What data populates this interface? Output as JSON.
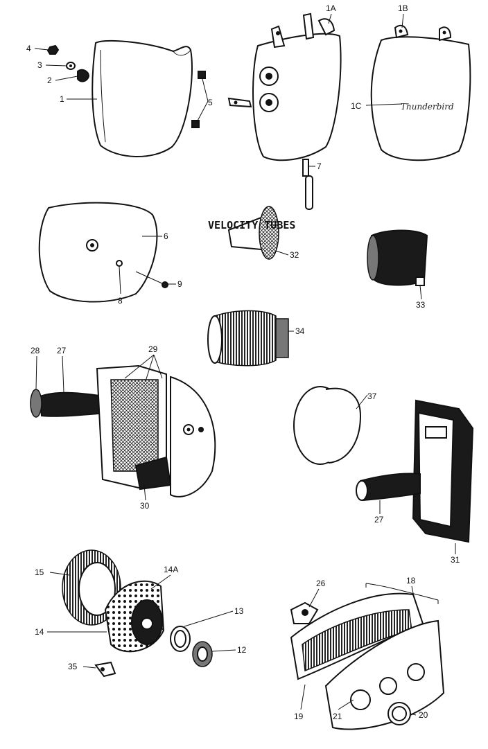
{
  "labels": {
    "p1": "1",
    "p1a": "1A",
    "p1b": "1B",
    "p1c": "1C",
    "p2": "2",
    "p3": "3",
    "p4": "4",
    "p5": "5",
    "p6": "6",
    "p7": "7",
    "p8": "8",
    "p9": "9",
    "p12": "12",
    "p13": "13",
    "p14": "14",
    "p14a": "14A",
    "p15": "15",
    "p18": "18",
    "p19": "19",
    "p20": "20",
    "p21": "21",
    "p26": "26",
    "p27a": "27",
    "p27b": "27",
    "p28": "28",
    "p29": "29",
    "p30": "30",
    "p31": "31",
    "p32": "32",
    "p33": "33",
    "p34": "34",
    "p35": "35",
    "p37": "37"
  },
  "texts": {
    "velocity_tubes": "VELOCITY TUBES",
    "thunderbird": "Thunderbird"
  }
}
